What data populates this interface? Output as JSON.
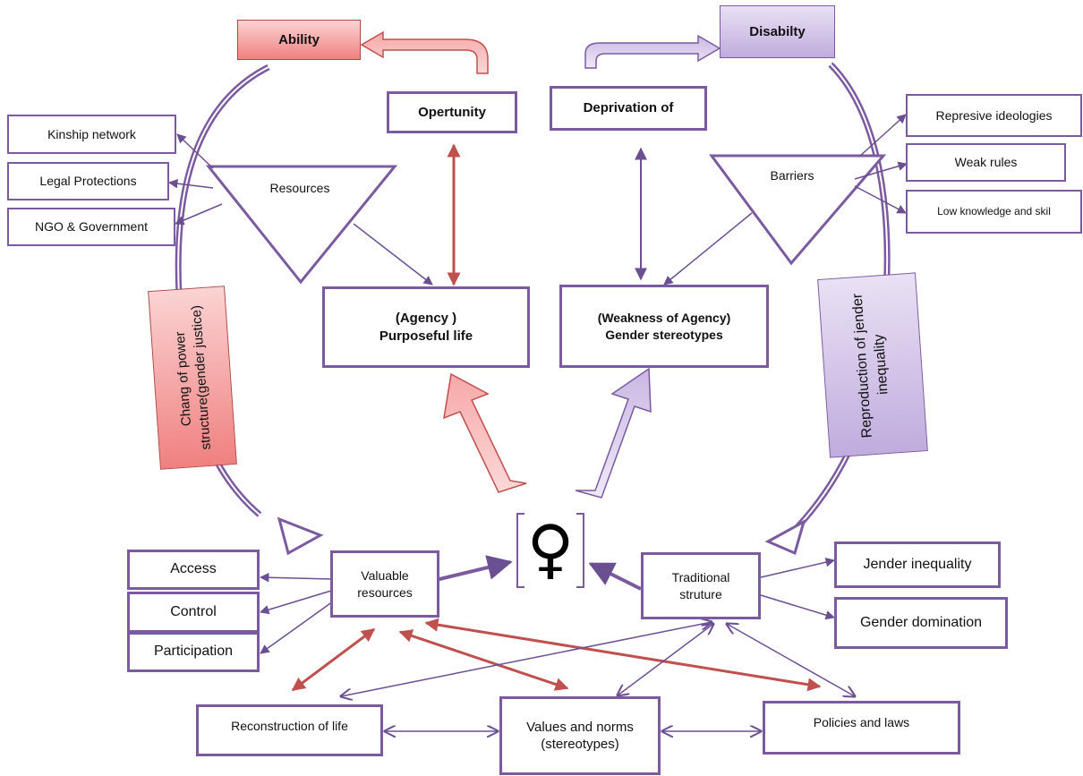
{
  "top": {
    "ability": "Ability",
    "disability": "Disabilty",
    "opertunity": "Opertunity",
    "deprivation": "Deprivation of"
  },
  "left": {
    "resources": "Resources",
    "kinship": "Kinship  network",
    "legal": "Legal Protections",
    "ngo": "NGO & Government",
    "agency_line1": "(Agency )",
    "agency_line2": "Purposeful life",
    "power_line1": "Chang of power",
    "power_line2": "structure(gender justice)"
  },
  "right": {
    "barriers": "Barriers",
    "represive": "Represive ideologies",
    "weak_rules": "Weak rules",
    "low_knowledge": "Low knowledge and skil",
    "weakness_line1": "(Weakness of Agency)",
    "weakness_line2": "Gender stereotypes",
    "reproduction_line1": "Reproduction of jender",
    "reproduction_line2": "inequality"
  },
  "center": {
    "female_symbol": "♀"
  },
  "bottom": {
    "valuable_line1": "Valuable",
    "valuable_line2": "resources",
    "access": "Access",
    "control": "Control",
    "participation": "Participation",
    "traditional_line1": "Traditional",
    "traditional_line2": "struture",
    "jender_inequality": "Jender inequality",
    "gender_domination": "Gender domination",
    "reconstruction": "Reconstruction of life",
    "values_line1": "Values and norms",
    "values_line2": "(stereotypes)",
    "policies": "Policies and laws"
  },
  "colors": {
    "purple_line": "#7b5aa0",
    "red_arrow": "#c0504d",
    "pink_fill": "#f08080",
    "lilac_fill": "#c0acde"
  }
}
